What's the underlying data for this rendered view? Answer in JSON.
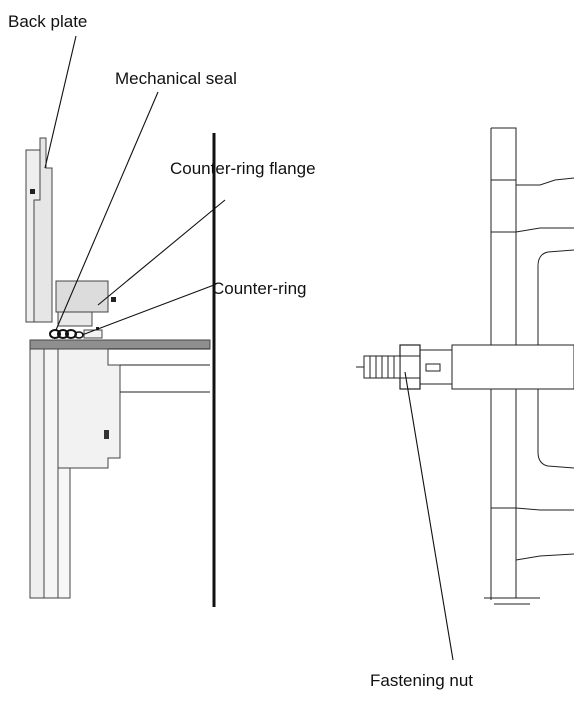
{
  "labels": {
    "back_plate": "Back plate",
    "mechanical_seal": "Mechanical seal",
    "counter_ring_flange": "Counter-ring flange",
    "counter_ring": "Counter-ring",
    "fastening_nut": "Fastening nut"
  },
  "colors": {
    "part_fill": "#e6e6e6",
    "shaft_fill": "#8f8f8f",
    "hatch_fill": "#cfcfcf",
    "line": "#222222"
  }
}
